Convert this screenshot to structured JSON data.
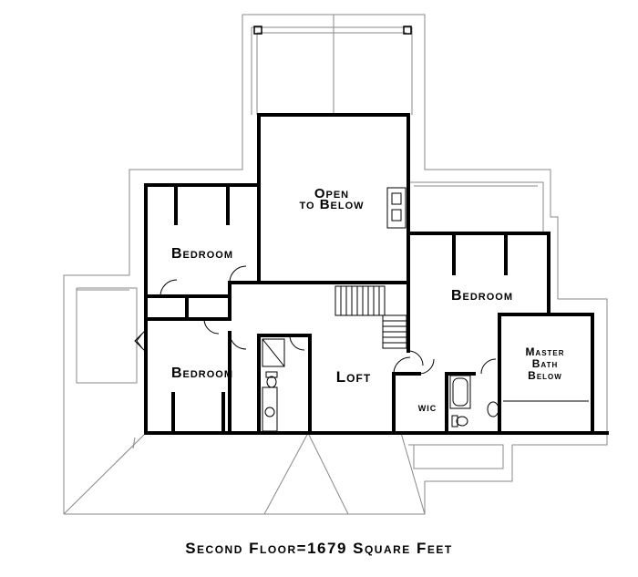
{
  "rooms": {
    "open_to_below_line1": "Open",
    "open_to_below_line2": "to Below",
    "bedroom_upper_left": "Bedroom",
    "bedroom_lower_left": "Bedroom",
    "bedroom_right": "Bedroom",
    "loft": "Loft",
    "wic": "wic",
    "master_bath_line1": "Master",
    "master_bath_line2": "Bath",
    "master_bath_line3": "Below"
  },
  "caption": "Second Floor=1679 Square Feet",
  "colors": {
    "wall": "#000000",
    "roof_line": "#888888",
    "background": "#ffffff"
  }
}
